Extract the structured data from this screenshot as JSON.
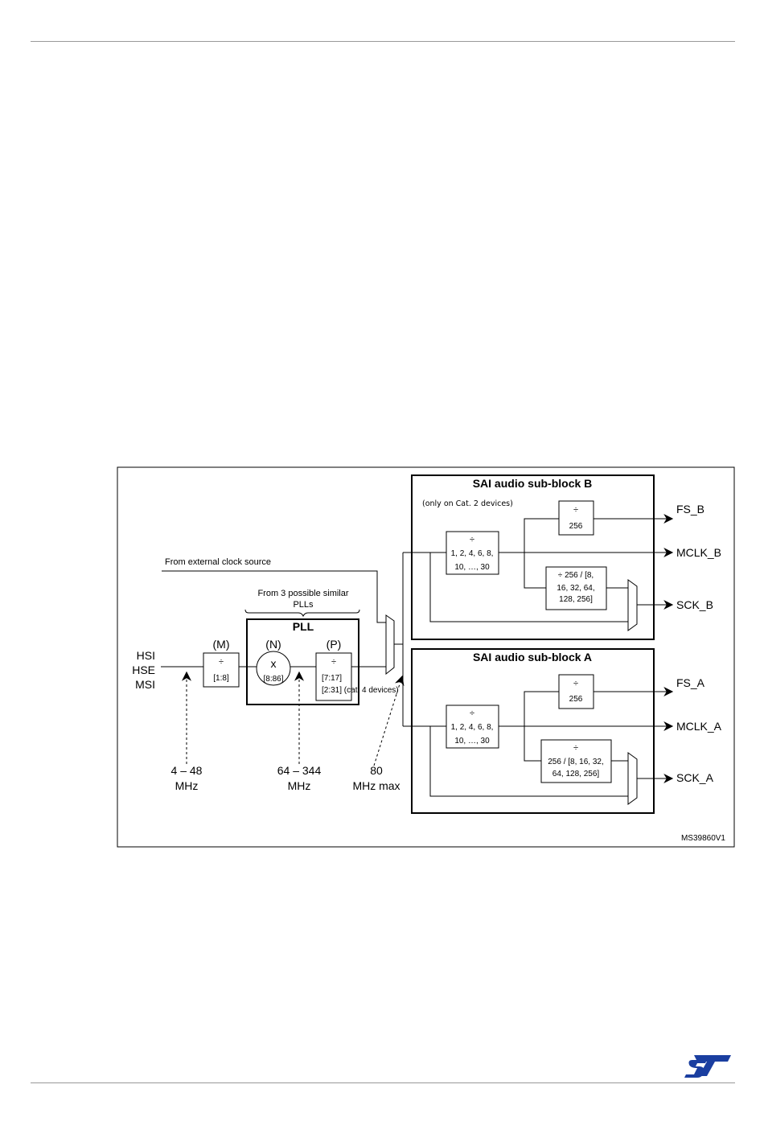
{
  "figure": {
    "external_source": "From external clock source",
    "similar_plls_line1": "From 3 possible similar",
    "similar_plls_line2": "PLLs",
    "inputs": [
      "HSI",
      "HSE",
      "MSI"
    ],
    "pll": {
      "title": "PLL",
      "m_label": "(M)",
      "n_label": "(N)",
      "p_label": "(P)",
      "m_symbol": "÷",
      "m_range": "[1:8]",
      "n_symbol": "x",
      "n_range": "[8:86]",
      "p_symbol": "÷",
      "p_range1": "[7:17]",
      "p_range2": "[2:31] (cat. 4 devices)"
    },
    "freqs": {
      "f1_line1": "4 – 48",
      "f1_line2": "MHz",
      "f2_line1": "64 – 344",
      "f2_line2": "MHz",
      "f3_line1": "80",
      "f3_line2": "MHz max"
    },
    "block_b": {
      "title": "SAI audio sub-block B",
      "note": "(only on Cat. 2 devices)",
      "div_symbol": "÷",
      "div_line1": "1, 2, 4, 6, 8,",
      "div_line2": "10, …, 30",
      "fs_symbol": "÷",
      "fs_value": "256",
      "sck_line1": "÷ 256 / [8,",
      "sck_line2": "16, 32, 64,",
      "sck_line3": "128, 256]",
      "out_fs": "FS_B",
      "out_mclk": "MCLK_B",
      "out_sck": "SCK_B"
    },
    "block_a": {
      "title": "SAI audio sub-block A",
      "div_symbol": "÷",
      "div_line1": "1, 2, 4, 6, 8,",
      "div_line2": "10, …, 30",
      "fs_symbol": "÷",
      "fs_value": "256",
      "sck_symbol": "÷",
      "sck_line1": "256 / [8, 16, 32,",
      "sck_line2": "64, 128, 256]",
      "out_fs": "FS_A",
      "out_mclk": "MCLK_A",
      "out_sck": "SCK_A"
    },
    "figure_id": "MS39860V1"
  },
  "colors": {
    "logo": "#1a3ea0",
    "rule": "#999999"
  }
}
